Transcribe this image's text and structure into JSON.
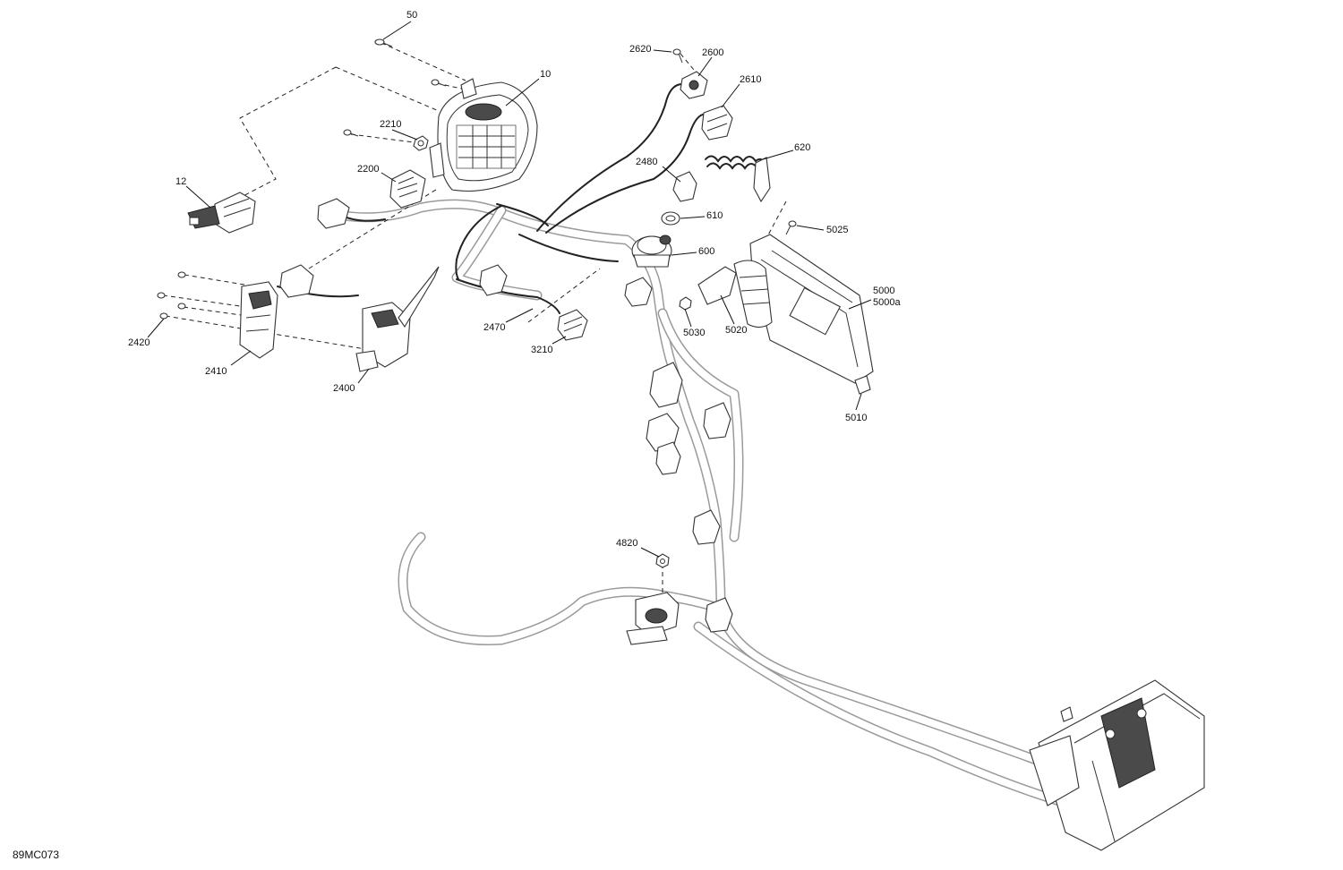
{
  "diagram": {
    "reference_code": "89MC073",
    "callouts": {
      "c50": "50",
      "c10": "10",
      "c12": "12",
      "c2210": "2210",
      "c2200": "2200",
      "c2620": "2620",
      "c2600": "2600",
      "c2610": "2610",
      "c620": "620",
      "c2480": "2480",
      "c610": "610",
      "c600": "600",
      "c5025": "5025",
      "c5000": "5000",
      "c5000a": "5000a",
      "c5020": "5020",
      "c5030": "5030",
      "c5010": "5010",
      "c2470": "2470",
      "c3210": "3210",
      "c2420": "2420",
      "c2410": "2410",
      "c2400": "2400",
      "c4820": "4820"
    }
  }
}
